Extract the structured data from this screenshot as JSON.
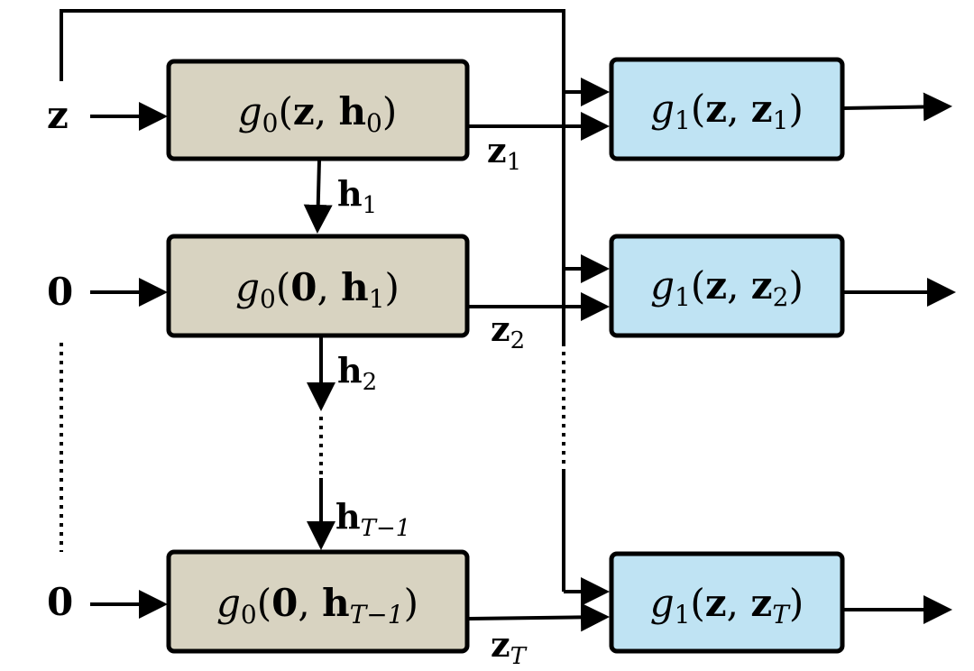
{
  "diagram": {
    "g0_boxes": [
      {
        "fn": "g",
        "fn_sub": "0",
        "arg1": "z",
        "arg2_base": "h",
        "arg2_sub": "0"
      },
      {
        "fn": "g",
        "fn_sub": "0",
        "arg1": "0",
        "arg2_base": "h",
        "arg2_sub": "1"
      },
      {
        "fn": "g",
        "fn_sub": "0",
        "arg1": "0",
        "arg2_base": "h",
        "arg2_sub": "T−1"
      }
    ],
    "g1_boxes": [
      {
        "fn": "g",
        "fn_sub": "1",
        "arg1": "z",
        "arg2_base": "z",
        "arg2_sub": "1"
      },
      {
        "fn": "g",
        "fn_sub": "1",
        "arg1": "z",
        "arg2_base": "z",
        "arg2_sub": "2"
      },
      {
        "fn": "g",
        "fn_sub": "1",
        "arg1": "z",
        "arg2_base": "z",
        "arg2_sub": "T"
      }
    ],
    "inputs": [
      "z",
      "0",
      "0"
    ],
    "hidden_labels": [
      {
        "base": "h",
        "sub": "1"
      },
      {
        "base": "h",
        "sub": "2"
      },
      {
        "base": "h",
        "sub": "T−1"
      }
    ],
    "output_labels": [
      {
        "base": "z",
        "sub": "1"
      },
      {
        "base": "z",
        "sub": "2"
      },
      {
        "base": "z",
        "sub": "T"
      }
    ],
    "colors": {
      "g0_fill": "#d8d3c1",
      "g1_fill": "#bfe3f3",
      "stroke": "#000000"
    }
  }
}
